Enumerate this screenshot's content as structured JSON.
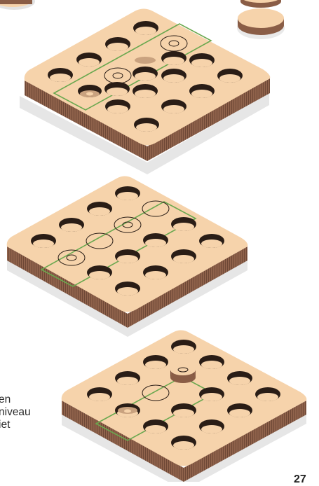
{
  "caption_lines": [
    "en",
    "niveau",
    "iet"
  ],
  "page_number": "27",
  "colors": {
    "wood_top": "#f6d3ab",
    "wood_side": "#8a5d46",
    "hole": "#2a1d16",
    "green_line": "#6aa84f"
  },
  "boards": [
    {
      "id": "board-1",
      "markers": "holes with two pawns placed inside the green diagonal zone"
    },
    {
      "id": "board-2",
      "markers": "holes with pawns and empty outlined circles inside the green zone"
    },
    {
      "id": "board-3",
      "markers": "board with a raised token and one pawn inside the green zone"
    }
  ]
}
